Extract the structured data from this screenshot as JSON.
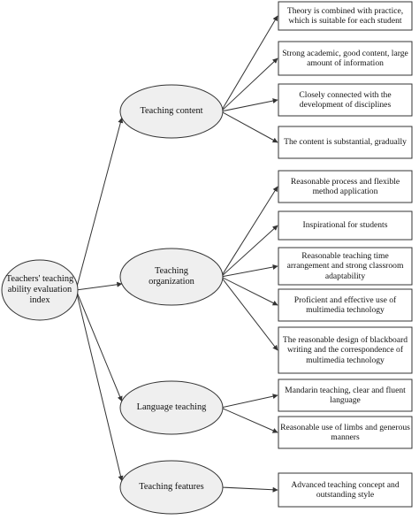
{
  "root": {
    "label": "Teachers' teaching ability evaluation index"
  },
  "categories": [
    {
      "label": "Teaching content",
      "items": [
        "Theory is combined with practice, which is suitable for each student",
        "Strong academic, good content, large amount of information",
        "Closely connected with the development of disciplines",
        "The content is substantial, gradually"
      ]
    },
    {
      "label": "Teaching organization",
      "items": [
        "Reasonable process and flexible method application",
        "Inspirational for students",
        "Reasonable teaching time arrangement and strong classroom adaptability",
        "Proficient and effective use of multimedia technology",
        "The reasonable design of blackboard writing and the correspondence of multimedia technology"
      ]
    },
    {
      "label": "Language teaching",
      "items": [
        "Mandarin teaching, clear and fluent language",
        "Reasonable use of limbs and generous manners"
      ]
    },
    {
      "label": "Teaching features",
      "items": [
        "Advanced teaching concept and outstanding style"
      ]
    }
  ],
  "colors": {
    "node_fill": "#efefef",
    "stroke": "#333333",
    "text": "#111111"
  }
}
